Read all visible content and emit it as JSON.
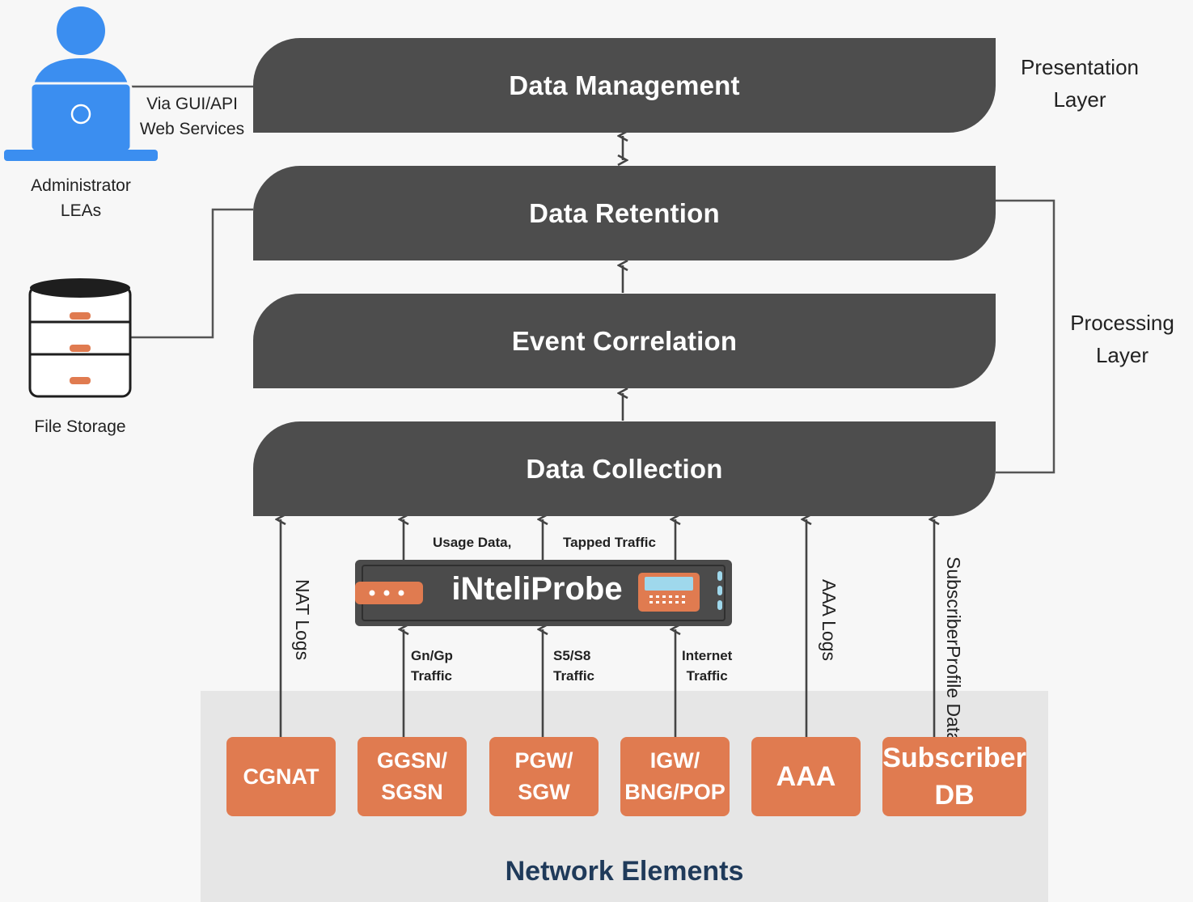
{
  "layers": {
    "presentation": "Data Management",
    "retention": "Data Retention",
    "correlation": "Event Correlation",
    "collection": "Data Collection"
  },
  "side_labels": {
    "presentation_line1": "Presentation",
    "presentation_line2": "Layer",
    "processing_line1": "Processing",
    "processing_line2": "Layer"
  },
  "admin": {
    "line1": "Administrator",
    "line2": "LEAs",
    "link_line1": "Via GUI/API",
    "link_line2": "Web Services"
  },
  "storage": {
    "label": "File Storage"
  },
  "probe": {
    "name": "iNteliProbe"
  },
  "flows": {
    "usage": "Usage Data,",
    "tapped": "Tapped Traffic",
    "gn_line1": "Gn/Gp",
    "gn_line2": "Traffic",
    "s5_line1": "S5/S8",
    "s5_line2": "Traffic",
    "inet_line1": "Internet",
    "inet_line2": "Traffic",
    "nat": "NAT Logs",
    "aaa": "AAA Logs",
    "sub_line1": "Subscriber",
    "sub_line2": "Profile Data"
  },
  "network_elements": {
    "title": "Network Elements",
    "cgnat": "CGNAT",
    "ggsn_line1": "GGSN/",
    "ggsn_line2": "SGSN",
    "pgw_line1": "PGW/",
    "pgw_line2": "SGW",
    "igw_line1": "IGW/",
    "igw_line2": "BNG/POP",
    "aaa": "AAA",
    "subdb_line1": "Subscriber",
    "subdb_line2": "DB"
  },
  "colors": {
    "layer_bg": "#4d4d4d",
    "element_orange": "#e07b50",
    "admin_blue": "#3b8ef0",
    "title_navy": "#1f3a5a"
  }
}
